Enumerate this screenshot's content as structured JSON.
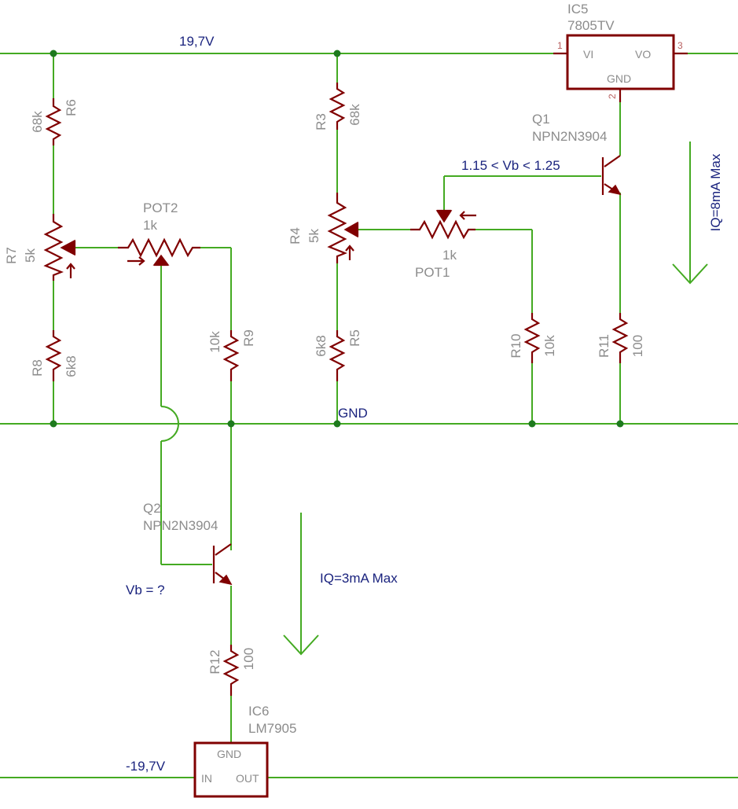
{
  "nets": {
    "pos_rail": "19,7V",
    "gnd": "GND",
    "neg_rail": "-19,7V"
  },
  "ic5": {
    "name": "IC5",
    "value": "7805TV",
    "pin_vi": "VI",
    "pin_vo": "VO",
    "pin_gnd": "GND",
    "pin1": "1",
    "pin2": "2",
    "pin3": "3"
  },
  "ic6": {
    "name": "IC6",
    "value": "LM7905",
    "pin_in": "IN",
    "pin_out": "OUT",
    "pin_gnd": "GND"
  },
  "q1": {
    "name": "Q1",
    "value": "NPN2N3904"
  },
  "q2": {
    "name": "Q2",
    "value": "NPN2N3904"
  },
  "resistors": {
    "r3": {
      "name": "R3",
      "value": "68k"
    },
    "r5": {
      "name": "R5",
      "value": "6k8"
    },
    "r6": {
      "name": "R6",
      "value": "68k"
    },
    "r8": {
      "name": "R8",
      "value": "6k8"
    },
    "r9": {
      "name": "R9",
      "value": "10k"
    },
    "r10": {
      "name": "R10",
      "value": "10k"
    },
    "r11": {
      "name": "R11",
      "value": "100"
    },
    "r12": {
      "name": "R12",
      "value": "100"
    }
  },
  "trimmers": {
    "r4": {
      "name": "R4",
      "value": "5k"
    },
    "r7": {
      "name": "R7",
      "value": "5k"
    },
    "pot1": {
      "name": "POT1",
      "value": "1k"
    },
    "pot2": {
      "name": "POT2",
      "value": "1k"
    }
  },
  "notes": {
    "vb_range": "1.15 < Vb < 1.25",
    "vb_unknown": "Vb = ?",
    "iq_top": "IQ=8mA Max",
    "iq_bottom": "IQ=3mA Max"
  }
}
